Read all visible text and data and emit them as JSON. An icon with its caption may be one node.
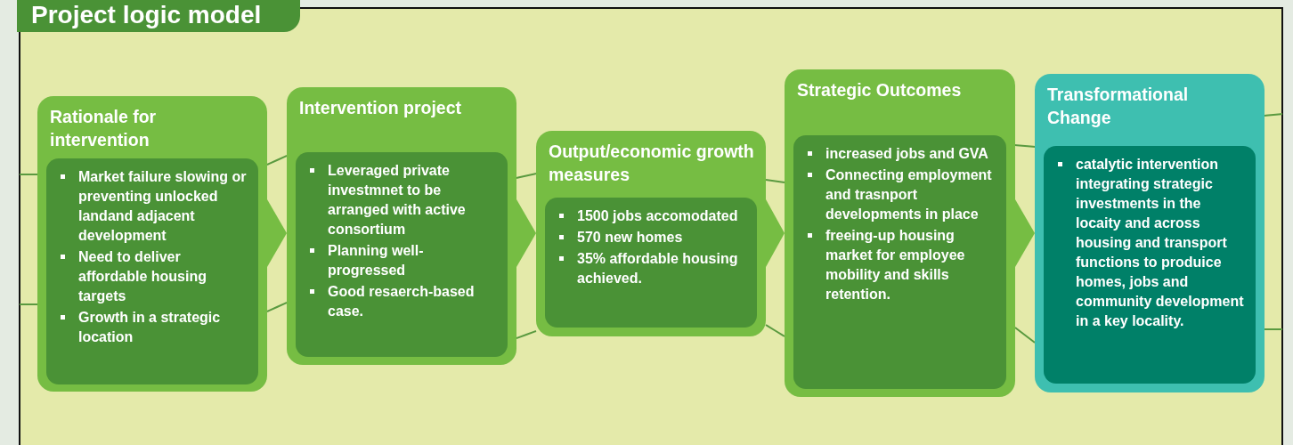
{
  "diagram": {
    "title": "Project logic model",
    "nodes": [
      {
        "text": [
          "Rationale for intervention"
        ]
      },
      {
        "text": [
          "Market failure slowing or preventing unlocked landand adjacent development",
          "Need to deliver affordable housing targets",
          "Growth in a strategic location"
        ],
        "in": 0
      },
      {
        "text": [
          "Intervention project"
        ]
      },
      {
        "text": [
          "Leveraged private investmnet to be arranged with active consortium",
          "Planning well-progressed",
          "Good resaerch-based case."
        ],
        "in": 2
      },
      {
        "text": [
          "Output/economic growth measures"
        ]
      },
      {
        "text": [
          "1500 jobs accomodated",
          "570 new homes",
          "35% affordable housing achieved."
        ],
        "in": 4
      },
      {
        "text": [
          "Strategic Outcomes"
        ]
      },
      {
        "text": [
          "increased jobs and GVA",
          "Connecting employment and trasnport developments in place",
          "freeing-up housing market for employee mobility and skills retention."
        ],
        "in": 6
      },
      {
        "text": [
          "Transformational Change"
        ]
      },
      {
        "text": [
          "catalytic intervention integrating strategic investments in the locaity and across housing and transport functions to produice homes, jobs and community development in a key locality."
        ],
        "in": 8
      }
    ],
    "edges": [
      {
        "from": 0,
        "to": 2,
        "arrow": "to",
        "color": "#76bd43"
      },
      {
        "from": 2,
        "to": 4,
        "arrow": "to",
        "color": "#76bd43"
      },
      {
        "from": 4,
        "to": 6,
        "arrow": "to",
        "color": "#76bd43"
      },
      {
        "from": 6,
        "to": 8,
        "arrow": "to",
        "color": "#76bd43"
      },
      {
        "from": null,
        "to": 0,
        "arrow": "none"
      },
      {
        "from": null,
        "to": 0,
        "arrow": "none"
      },
      {
        "from": 0,
        "to": 2,
        "arrow": "none"
      },
      {
        "from": 0,
        "to": 2,
        "arrow": "none"
      },
      {
        "from": 2,
        "to": 4,
        "arrow": "none"
      },
      {
        "from": 2,
        "to": 4,
        "arrow": "none"
      },
      {
        "from": 4,
        "to": 6,
        "arrow": "none"
      },
      {
        "from": 4,
        "to": 6,
        "arrow": "none"
      },
      {
        "from": 6,
        "to": 8,
        "arrow": "none"
      },
      {
        "from": 6,
        "to": 8,
        "arrow": "none"
      },
      {
        "from": 8,
        "to": null,
        "arrow": "none"
      },
      {
        "from": 8,
        "to": null,
        "arrow": "none"
      }
    ]
  }
}
